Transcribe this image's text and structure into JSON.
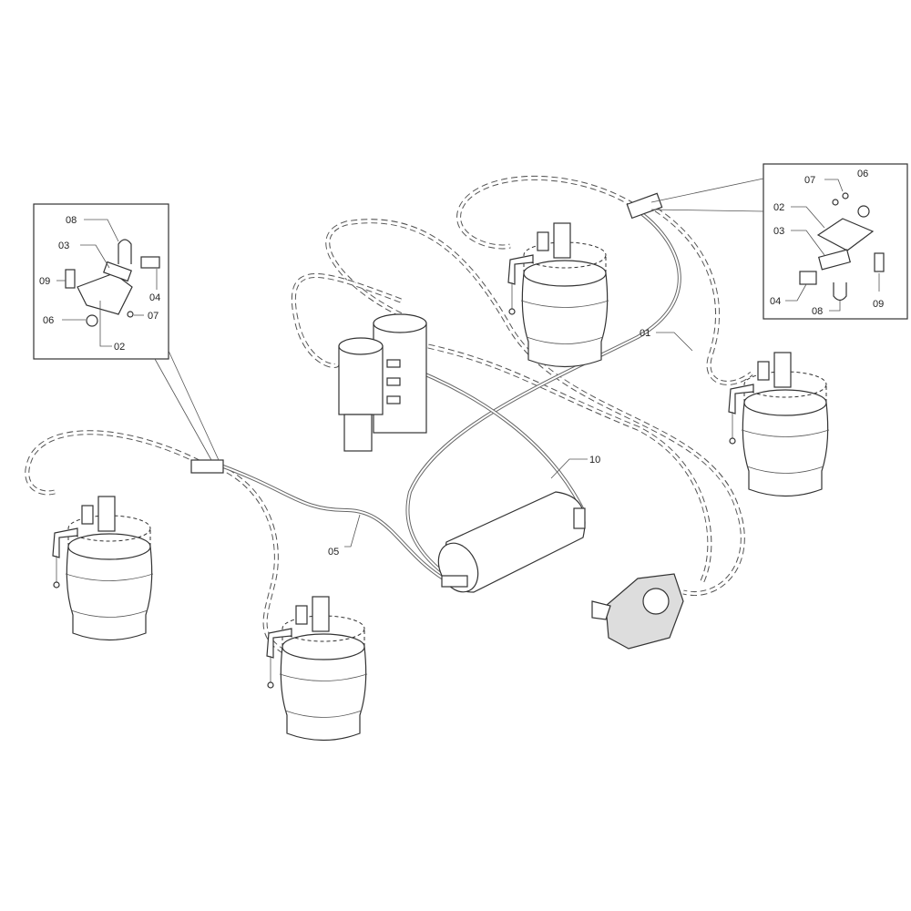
{
  "diagram": {
    "main_callouts": {
      "hose_01": "01",
      "tube_05": "05",
      "tank_10": "10"
    },
    "left_inset": {
      "u_bolt": "08",
      "tee": "03",
      "bolt": "09",
      "elbow": "04",
      "nut_large": "06",
      "nut_small": "07",
      "plate": "02"
    },
    "right_inset": {
      "nut_small": "07",
      "nut_large": "06",
      "plate": "02",
      "tee": "03",
      "elbow": "04",
      "bolt": "09",
      "u_bolt": "08"
    }
  }
}
